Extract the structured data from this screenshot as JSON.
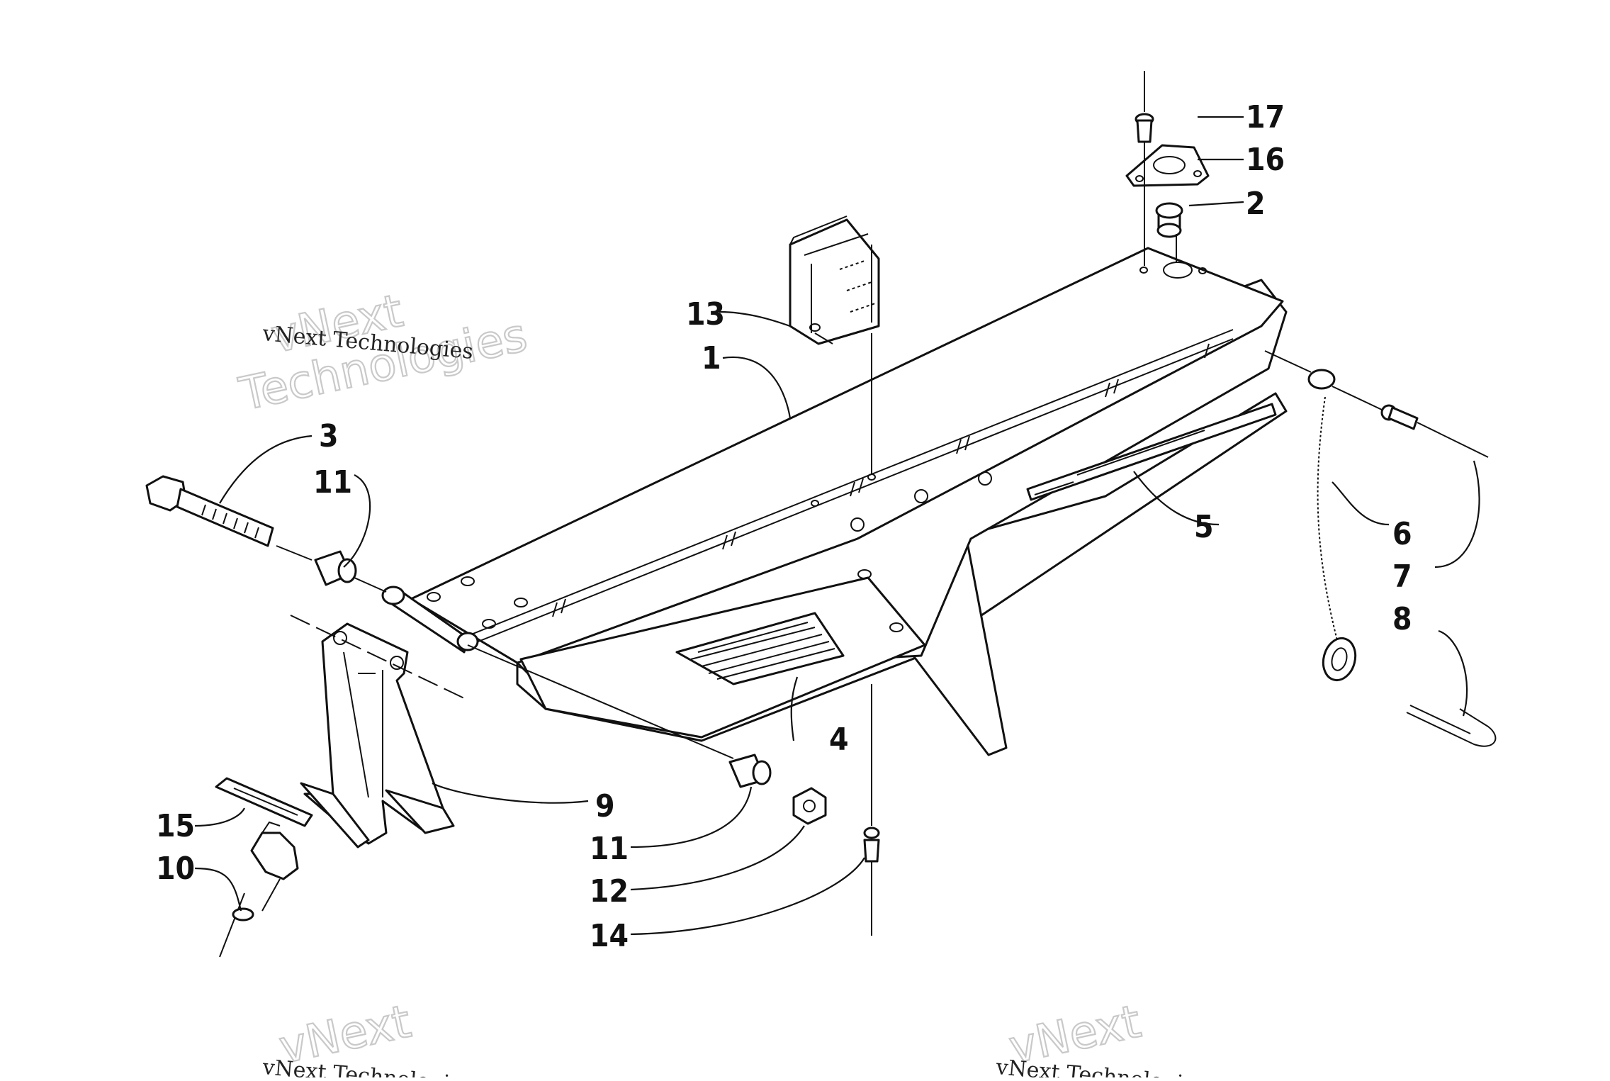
{
  "diagram": {
    "watermark": {
      "company": "vNext Technologies",
      "logo_word_1": "vNext",
      "logo_word_2": "Technologies"
    },
    "callouts": [
      {
        "id": "1",
        "label": "1"
      },
      {
        "id": "2",
        "label": "2"
      },
      {
        "id": "3",
        "label": "3"
      },
      {
        "id": "4",
        "label": "4"
      },
      {
        "id": "5",
        "label": "5"
      },
      {
        "id": "6",
        "label": "6"
      },
      {
        "id": "7",
        "label": "7"
      },
      {
        "id": "8",
        "label": "8"
      },
      {
        "id": "9",
        "label": "9"
      },
      {
        "id": "10",
        "label": "10"
      },
      {
        "id": "11a",
        "label": "11"
      },
      {
        "id": "11b",
        "label": "11"
      },
      {
        "id": "12",
        "label": "12"
      },
      {
        "id": "13",
        "label": "13"
      },
      {
        "id": "14",
        "label": "14"
      },
      {
        "id": "15",
        "label": "15"
      },
      {
        "id": "16",
        "label": "16"
      },
      {
        "id": "17",
        "label": "17"
      }
    ]
  }
}
